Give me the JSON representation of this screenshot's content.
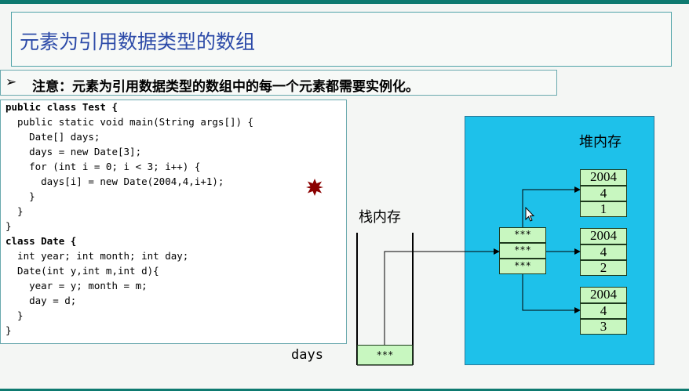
{
  "title": "元素为引用数据类型的数组",
  "note": {
    "arrow": "➢",
    "text": "注意：元素为引用数据类型的数组中的每一个元素都需要实例化。"
  },
  "code_lines": [
    {
      "text": "public class Test {",
      "bold": true
    },
    {
      "text": "  public static void main(String args[]) {",
      "bold": false
    },
    {
      "text": "    Date[] days;",
      "bold": false
    },
    {
      "text": "    days = new Date[3];",
      "bold": false
    },
    {
      "text": "    for (int i = 0; i < 3; i++) {",
      "bold": false
    },
    {
      "text": "      days[i] = new Date(2004,4,i+1);",
      "bold": false
    },
    {
      "text": "    }",
      "bold": false
    },
    {
      "text": "  }",
      "bold": false
    },
    {
      "text": "}",
      "bold": false
    },
    {
      "text": "class Date {",
      "bold": true
    },
    {
      "text": "  int year; int month; int day;",
      "bold": false
    },
    {
      "text": "  Date(int y,int m,int d){",
      "bold": false
    },
    {
      "text": "    year = y; month = m;",
      "bold": false
    },
    {
      "text": "    day = d;",
      "bold": false
    },
    {
      "text": "  }",
      "bold": false
    },
    {
      "text": "}",
      "bold": false
    }
  ],
  "stack": {
    "label": "栈内存",
    "var_name": "days",
    "var_value": "***"
  },
  "heap": {
    "label": "堆内存",
    "array_cells": [
      "***",
      "***",
      "***"
    ],
    "objects": [
      {
        "year": "2004",
        "month": "4",
        "day": "1"
      },
      {
        "year": "2004",
        "month": "4",
        "day": "2"
      },
      {
        "year": "2004",
        "month": "4",
        "day": "3"
      }
    ]
  },
  "colors": {
    "heap_bg": "#1ec1ea",
    "cell_bg": "#c8f7c0",
    "title_color": "#2c4aa8",
    "accent": "#0e7a70",
    "star": "#8b0000"
  }
}
